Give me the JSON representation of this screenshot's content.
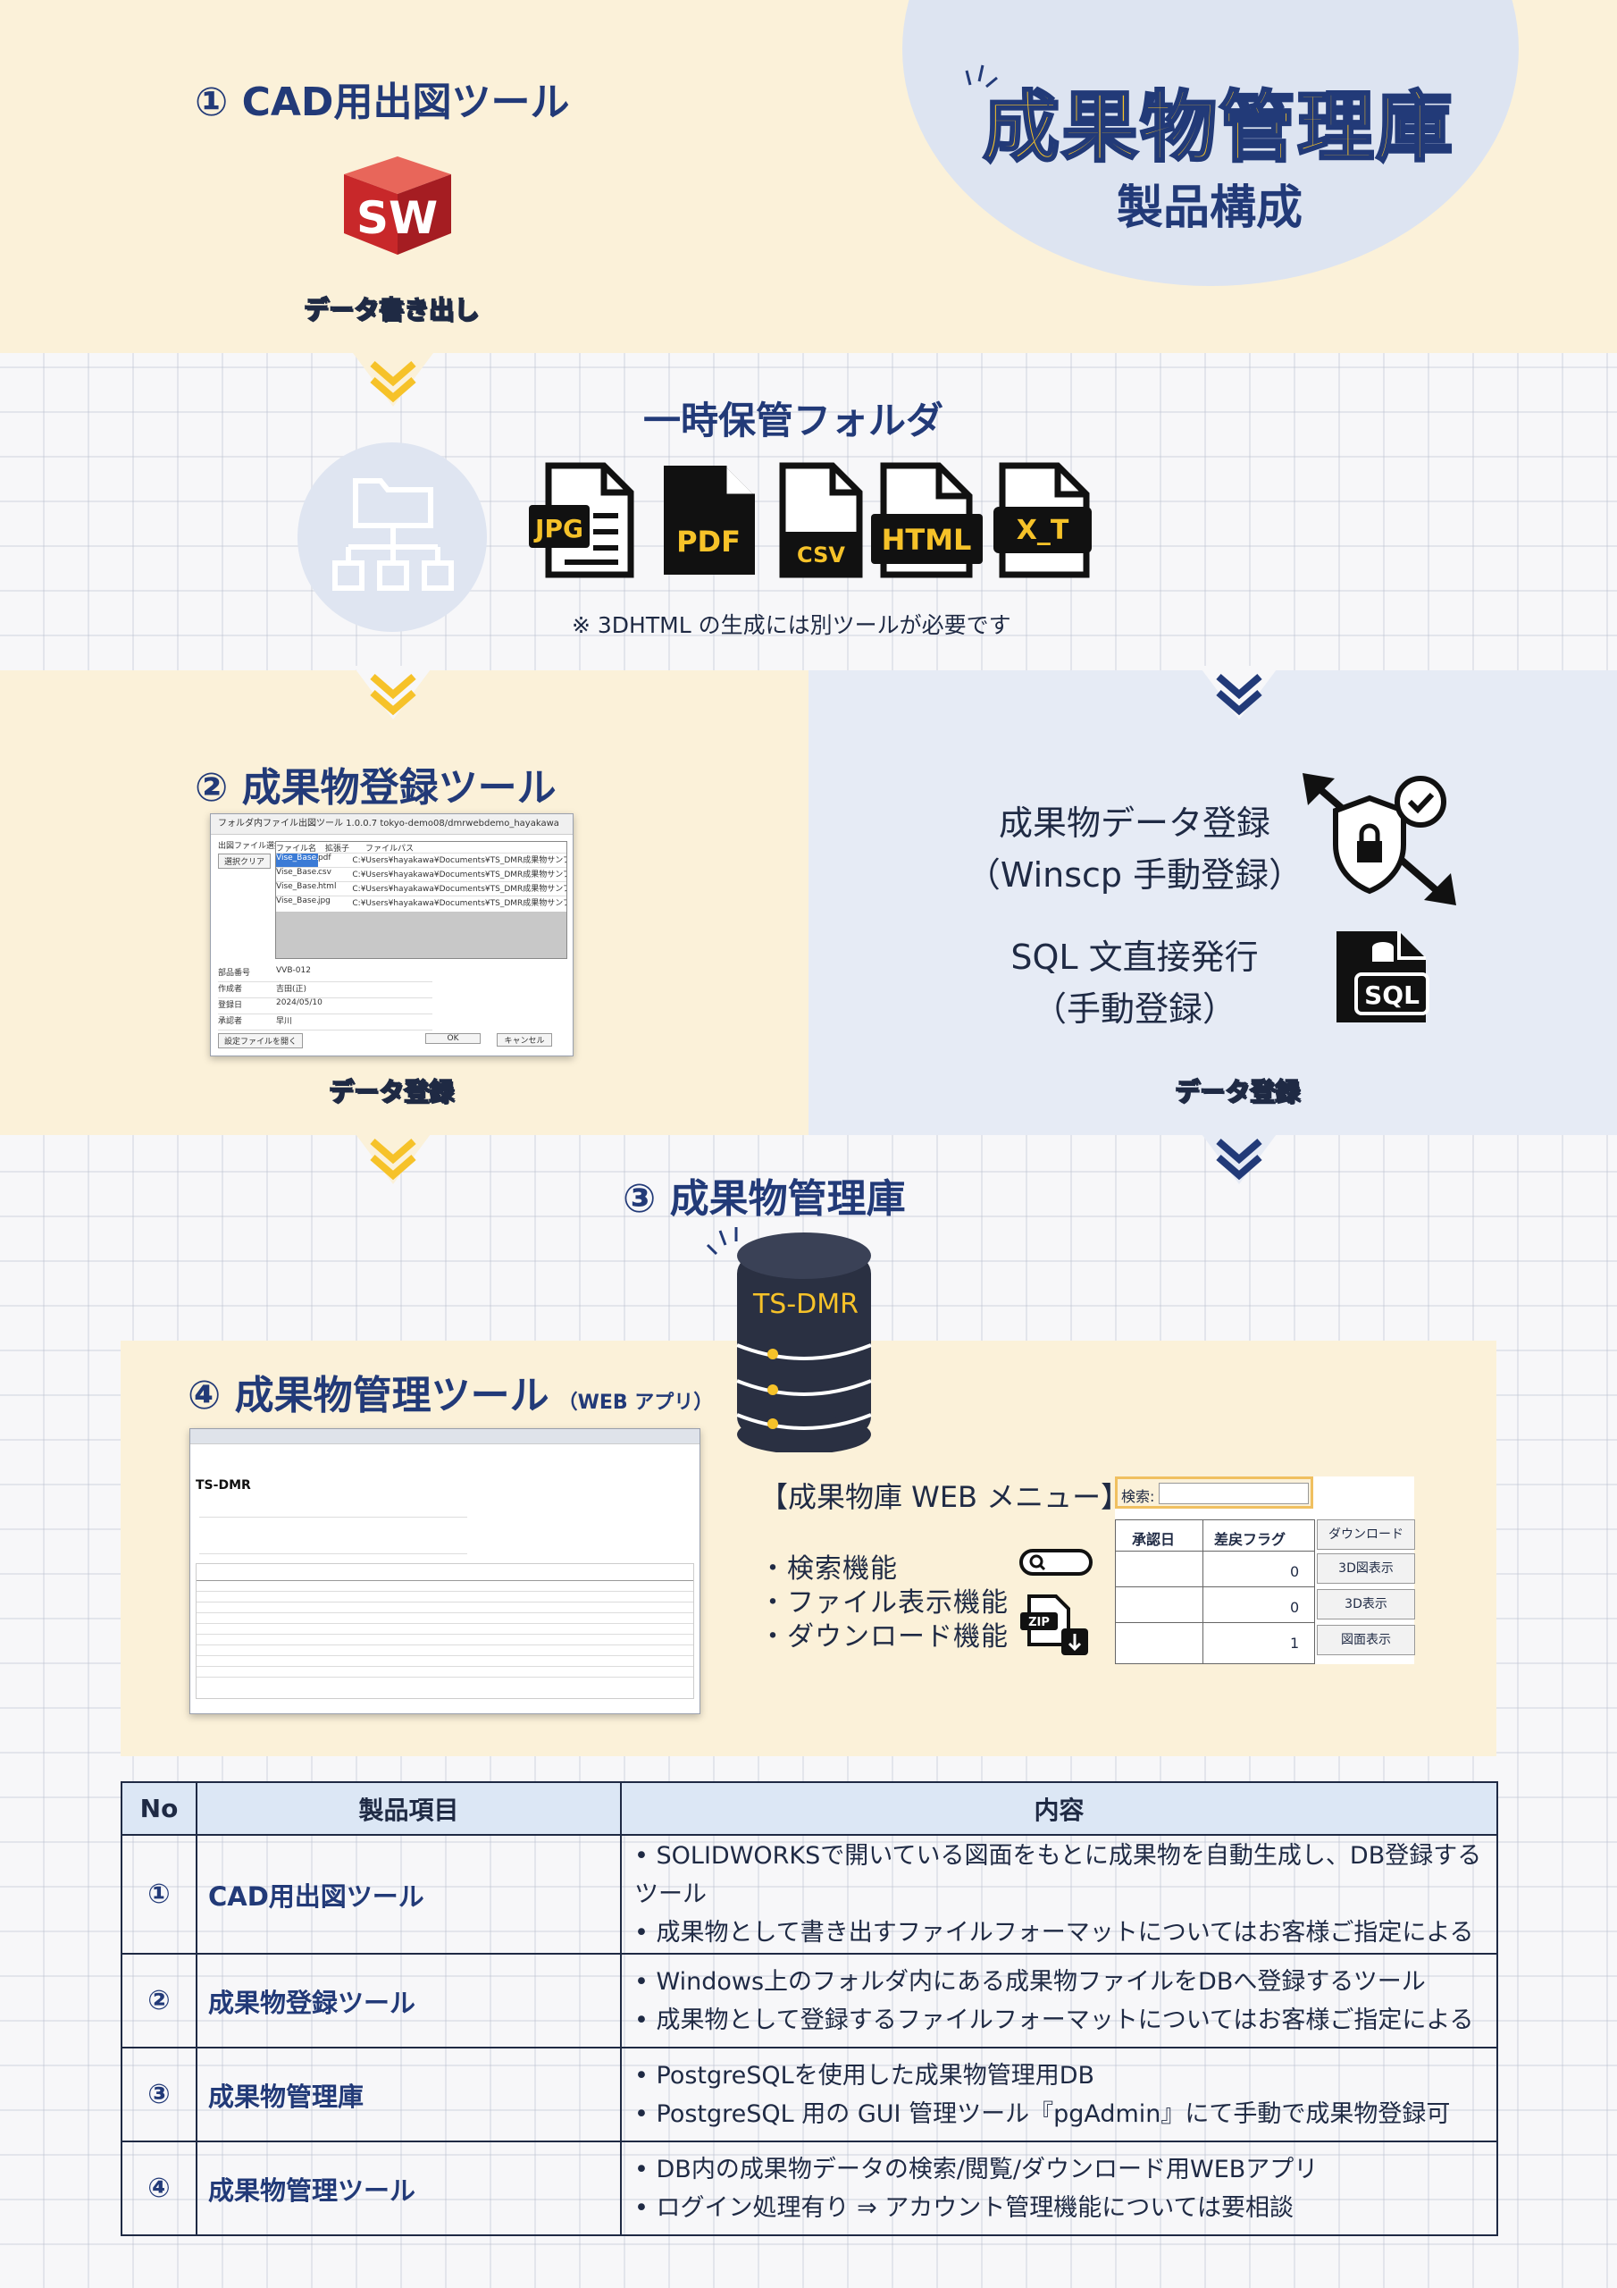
{
  "header": {
    "title": "成果物管理庫",
    "subtitle": "製品構成"
  },
  "section1": {
    "title": "① CAD用出図ツール",
    "logo_text": "SW",
    "export_label": "データ書き出し"
  },
  "temp_folder": {
    "title": "一時保管フォルダ",
    "file_types": [
      "JPG",
      "PDF",
      "CSV",
      "HTML",
      "X_T"
    ],
    "note": "※ 3DHTML の生成には別ツールが必要です"
  },
  "section2": {
    "title": "② 成果物登録ツール",
    "register_label": "データ登録",
    "window": {
      "title": "フォルダ内ファイル出図ツール 1.0.0.7 tokyo-demo08/dmrwebdemo_hayakawa",
      "select_label": "出図ファイル選択",
      "select_button": "選択クリア",
      "columns": [
        "ファイル名",
        "拡張子",
        "ファイルパス"
      ],
      "rows": [
        [
          "Vise_Base.pdf",
          "pdf",
          "C:¥Users¥hayakawa¥Documents¥TS_DMR成果物サンプルデータ"
        ],
        [
          "Vise_Base.csv",
          "csv",
          "C:¥Users¥hayakawa¥Documents¥TS_DMR成果物サンプルデータ"
        ],
        [
          "Vise_Base.html",
          "html",
          "C:¥Users¥hayakawa¥Documents¥TS_DMR成果物サンプルデータ"
        ],
        [
          "Vise_Base.jpg",
          "jpg",
          "C:¥Users¥hayakawa¥Documents¥TS_DMR成果物サンプルデータ"
        ]
      ],
      "fields": [
        [
          "部品番号",
          "VVB-012"
        ],
        [
          "作成者",
          "吉田(正)"
        ],
        [
          "登録日",
          "2024/05/10"
        ],
        [
          "承認者",
          "早川"
        ]
      ],
      "settings_button": "設定ファイルを開く",
      "ok_button": "OK",
      "cancel_button": "キャンセル"
    }
  },
  "manual": {
    "line1": "成果物データ登録",
    "line2": "（Winscp 手動登録）",
    "line3": "SQL 文直接発行",
    "line4": "（手動登録）",
    "register_label": "データ登録",
    "sql_icon_text": "SQL"
  },
  "section3": {
    "title": "③ 成果物管理庫",
    "db_label": "TS-DMR"
  },
  "section4": {
    "title": "④ 成果物管理ツール",
    "title_suffix": "（WEB アプリ）",
    "app_name": "TS-DMR",
    "web_menu": "【成果物庫 WEB メニュー】",
    "features": [
      "・検索機能",
      "・ファイル表示機能",
      "・ダウンロード機能"
    ],
    "search_label": "検索:",
    "columns": [
      "承認日",
      "差戻フラグ"
    ],
    "flag_values": [
      "0",
      "0",
      "1"
    ],
    "buttons": [
      "ダウンロード",
      "3D図表示",
      "3D表示",
      "図面表示"
    ],
    "zip_icon_text": "ZIP"
  },
  "table": {
    "headers": [
      "No",
      "製品項目",
      "内容"
    ],
    "rows": [
      {
        "no": "①",
        "item": "CAD用出図ツール",
        "lines": [
          "• SOLIDWORKSで開いている図面をもとに成果物を自動生成し、DB登録するツール",
          "• 成果物として書き出すファイルフォーマットについてはお客様ご指定による"
        ]
      },
      {
        "no": "②",
        "item": "成果物登録ツール",
        "lines": [
          "• Windows上のフォルダ内にある成果物ファイルをDBへ登録するツール",
          "• 成果物として登録するファイルフォーマットについてはお客様ご指定による"
        ]
      },
      {
        "no": "③",
        "item": "成果物管理庫",
        "lines": [
          "• PostgreSQLを使用した成果物管理用DB",
          "• PostgreSQL 用の GUI 管理ツール『pgAdmin』にて手動で成果物登録可"
        ]
      },
      {
        "no": "④",
        "item": "成果物管理ツール",
        "lines": [
          "• DB内の成果物データの検索/閲覧/ダウンロード用WEBアプリ",
          "• ログイン処理有り ⇒ アカウント管理機能については要相談"
        ]
      }
    ]
  },
  "colors": {
    "navy": "#223a78",
    "yellow": "#f6c229",
    "cream": "#fbf1d9",
    "light_blue": "#e6ebf5"
  }
}
